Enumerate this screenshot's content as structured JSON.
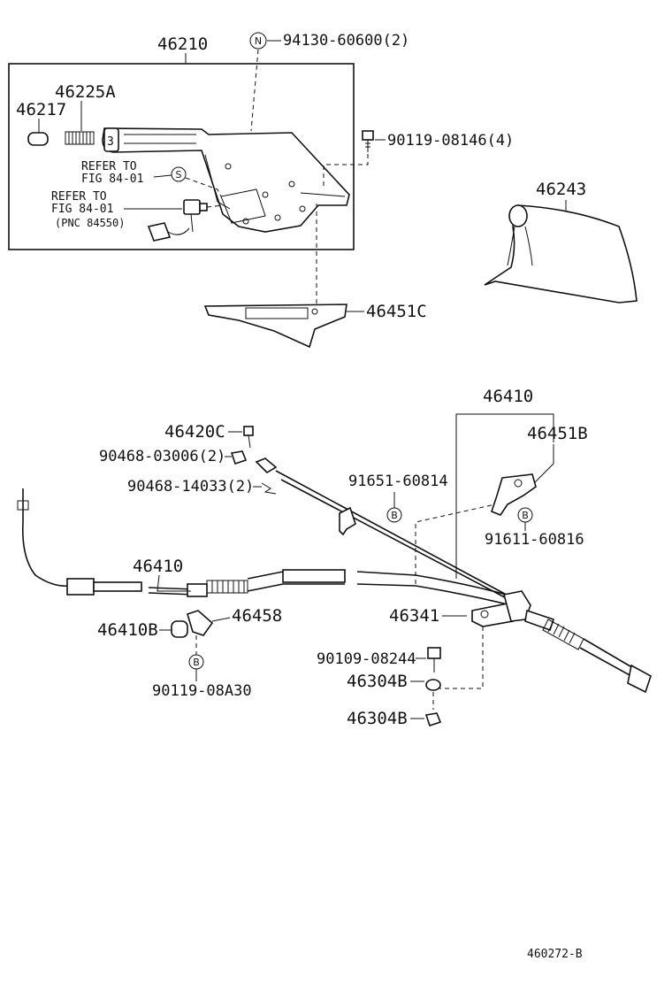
{
  "callouts": {
    "p46210": "46210",
    "p94130": "94130-60600(2)",
    "p46225a": "46225A",
    "p46217": "46217",
    "p90119_08146": "90119-08146(4)",
    "refer_to_1": "REFER TO",
    "fig_84_01_1": "FIG 84-01",
    "refer_to_2": "REFER TO",
    "fig_84_01_2": "FIG 84-01",
    "pnc_84550": "(PNC 84550)",
    "p46243": "46243",
    "p46451c": "46451C",
    "p46410_top": "46410",
    "p46420c": "46420C",
    "p46451b": "46451B",
    "p90468_03006": "90468-03006(2)",
    "p90468_14033": "90468-14033(2)",
    "p91651": "91651-60814",
    "p91611": "91611-60816",
    "p46410_left": "46410",
    "p46458": "46458",
    "p46410b": "46410B",
    "p46341": "46341",
    "p90119_08a30": "90119-08A30",
    "p90109": "90109-08244",
    "p46304b_1": "46304B",
    "p46304b_2": "46304B"
  },
  "markers": {
    "n": "N",
    "s": "S",
    "b1": "B",
    "b2": "B",
    "b3": "B"
  },
  "footer": {
    "drawing_number": "460272-B"
  }
}
